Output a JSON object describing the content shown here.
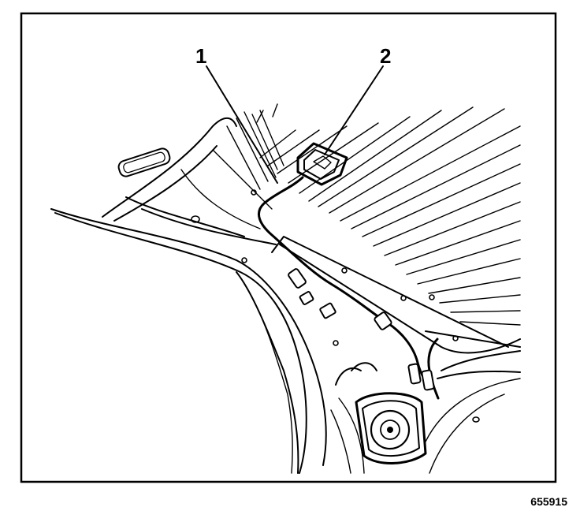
{
  "callouts": [
    {
      "label": "1"
    },
    {
      "label": "2"
    }
  ],
  "figure_id": "655915",
  "colors": {
    "ink": "#000000",
    "paper": "#ffffff"
  }
}
